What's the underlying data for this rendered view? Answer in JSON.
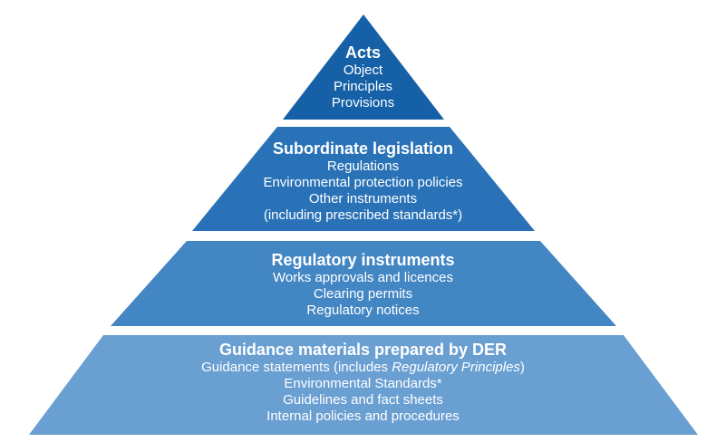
{
  "colors": {
    "tier1": "#1560a6",
    "tier2": "#2a72b7",
    "tier3": "#4386c4",
    "tier4": "#6a9fd2"
  },
  "tiers": [
    {
      "title": "Acts",
      "lines": [
        "Object",
        "Principles",
        "Provisions"
      ]
    },
    {
      "title": "Subordinate legislation",
      "lines": [
        "Regulations",
        "Environmental protection policies",
        "Other instruments",
        "(including prescribed standards*)"
      ]
    },
    {
      "title": "Regulatory instruments",
      "lines": [
        "Works approvals and licences",
        "Clearing permits",
        "Regulatory notices"
      ]
    },
    {
      "title": "Guidance materials prepared by DER",
      "line1_prefix": "Guidance statements  (includes ",
      "line1_italic": "Regulatory Principles",
      "line1_suffix": ")",
      "lines": [
        "Environmental Standards*",
        "Guidelines and fact sheets",
        "Internal policies and procedures"
      ]
    }
  ]
}
